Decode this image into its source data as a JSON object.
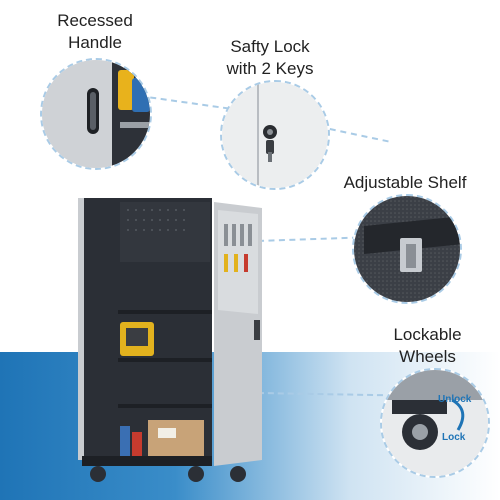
{
  "callouts": {
    "handle": "Recessed Handle",
    "lock": "Safty Lock with 2 Keys",
    "shelf": "Adjustable Shelf",
    "wheels": "Lockable Wheels"
  },
  "wheel_labels": {
    "unlock": "Unlock",
    "lock": "Lock"
  },
  "colors": {
    "accent_blue": "#1f74b6",
    "cabinet_dark": "#2b2f36",
    "door_gray": "#c9ccd0"
  },
  "icons": [
    "padlock-icon",
    "key-icon",
    "rotate-arrow-icon"
  ]
}
